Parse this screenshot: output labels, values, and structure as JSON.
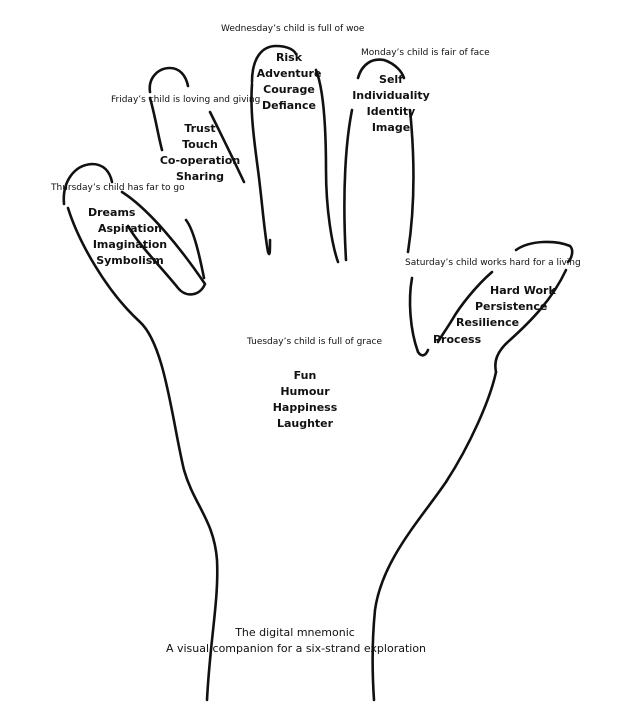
{
  "wednesday": {
    "rhyme": "Wednesday’s child is full of woe",
    "words": [
      "Risk",
      "Adventure",
      "Courage",
      "Defiance"
    ]
  },
  "monday": {
    "rhyme": "Monday’s child is fair of face",
    "words": [
      "Self",
      "Individuality",
      "Identity",
      "Image"
    ]
  },
  "friday": {
    "rhyme": "Friday’s child is loving and giving",
    "words": [
      "Trust",
      "Touch",
      "Co-operation",
      "Sharing"
    ]
  },
  "thursday": {
    "rhyme": "Thursday’s child has far to go",
    "words": [
      "Dreams",
      "Aspiration",
      "Imagination",
      "Symbolism"
    ]
  },
  "saturday": {
    "rhyme": "Saturday’s child works hard for a living",
    "words": [
      "Hard Work",
      "Persistence",
      "Resilience",
      "Process"
    ]
  },
  "tuesday": {
    "rhyme": "Tuesday’s child is full of grace",
    "words": [
      "Fun",
      "Humour",
      "Happiness",
      "Laughter"
    ]
  },
  "caption": {
    "line1": "The digital mnemonic",
    "line2": "A visual companion for a six-strand exploration"
  }
}
